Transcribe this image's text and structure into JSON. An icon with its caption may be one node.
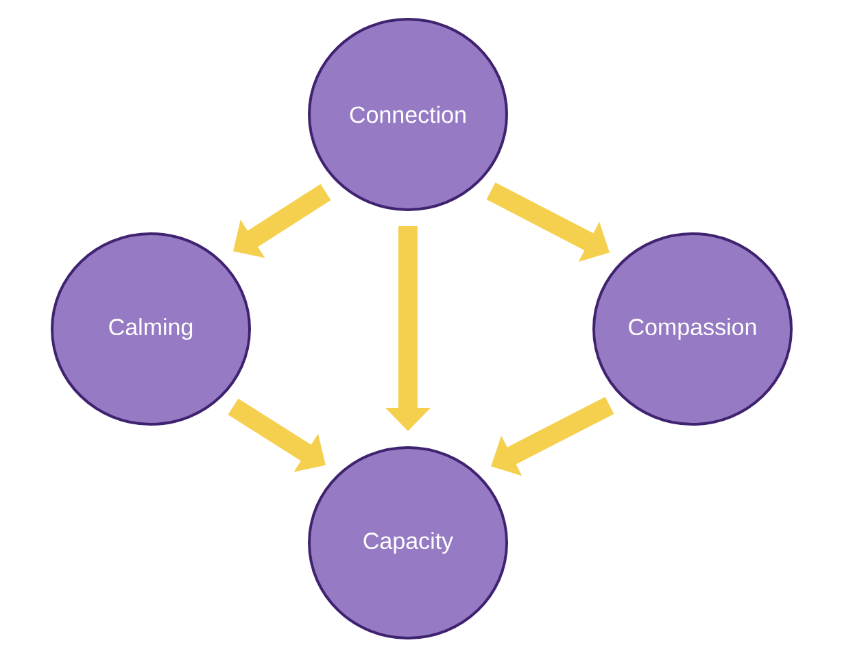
{
  "diagram": {
    "nodes": [
      {
        "text": [
          "Connection"
        ]
      },
      {
        "text": [
          "Calming"
        ]
      },
      {
        "text": [
          "Compassion"
        ]
      },
      {
        "text": [
          "Capacity"
        ]
      }
    ],
    "edges": [
      {
        "from": 0,
        "to": 1,
        "arrow": "to"
      },
      {
        "from": 0,
        "to": 3,
        "arrow": "to"
      },
      {
        "from": 0,
        "to": 2,
        "arrow": "to"
      },
      {
        "from": 1,
        "to": 3,
        "arrow": "to"
      },
      {
        "from": 2,
        "to": 3,
        "arrow": "to"
      }
    ]
  }
}
